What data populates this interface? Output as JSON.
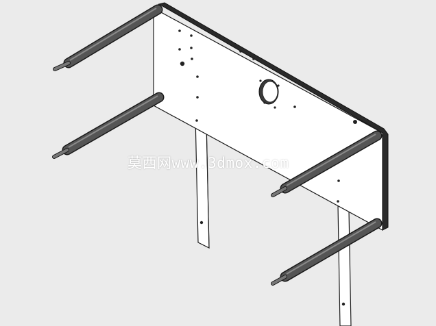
{
  "watermark": {
    "text": "莫西网www.3dmox.com"
  },
  "colors": {
    "background": "#ebebeb",
    "plate": "#ffffff",
    "plate_edge": "#2a2a2a",
    "rod": "#555555",
    "rod_highlight": "#8a8a8a",
    "hole": "#222222",
    "bracket": "#ffffff",
    "line": "#1a1a1a"
  },
  "parts": {
    "plate": "mounting-plate",
    "rods": [
      "rod-top-left",
      "rod-middle-left",
      "rod-right-upper",
      "rod-right-lower"
    ],
    "brackets": [
      "bracket-left",
      "bracket-right"
    ]
  }
}
